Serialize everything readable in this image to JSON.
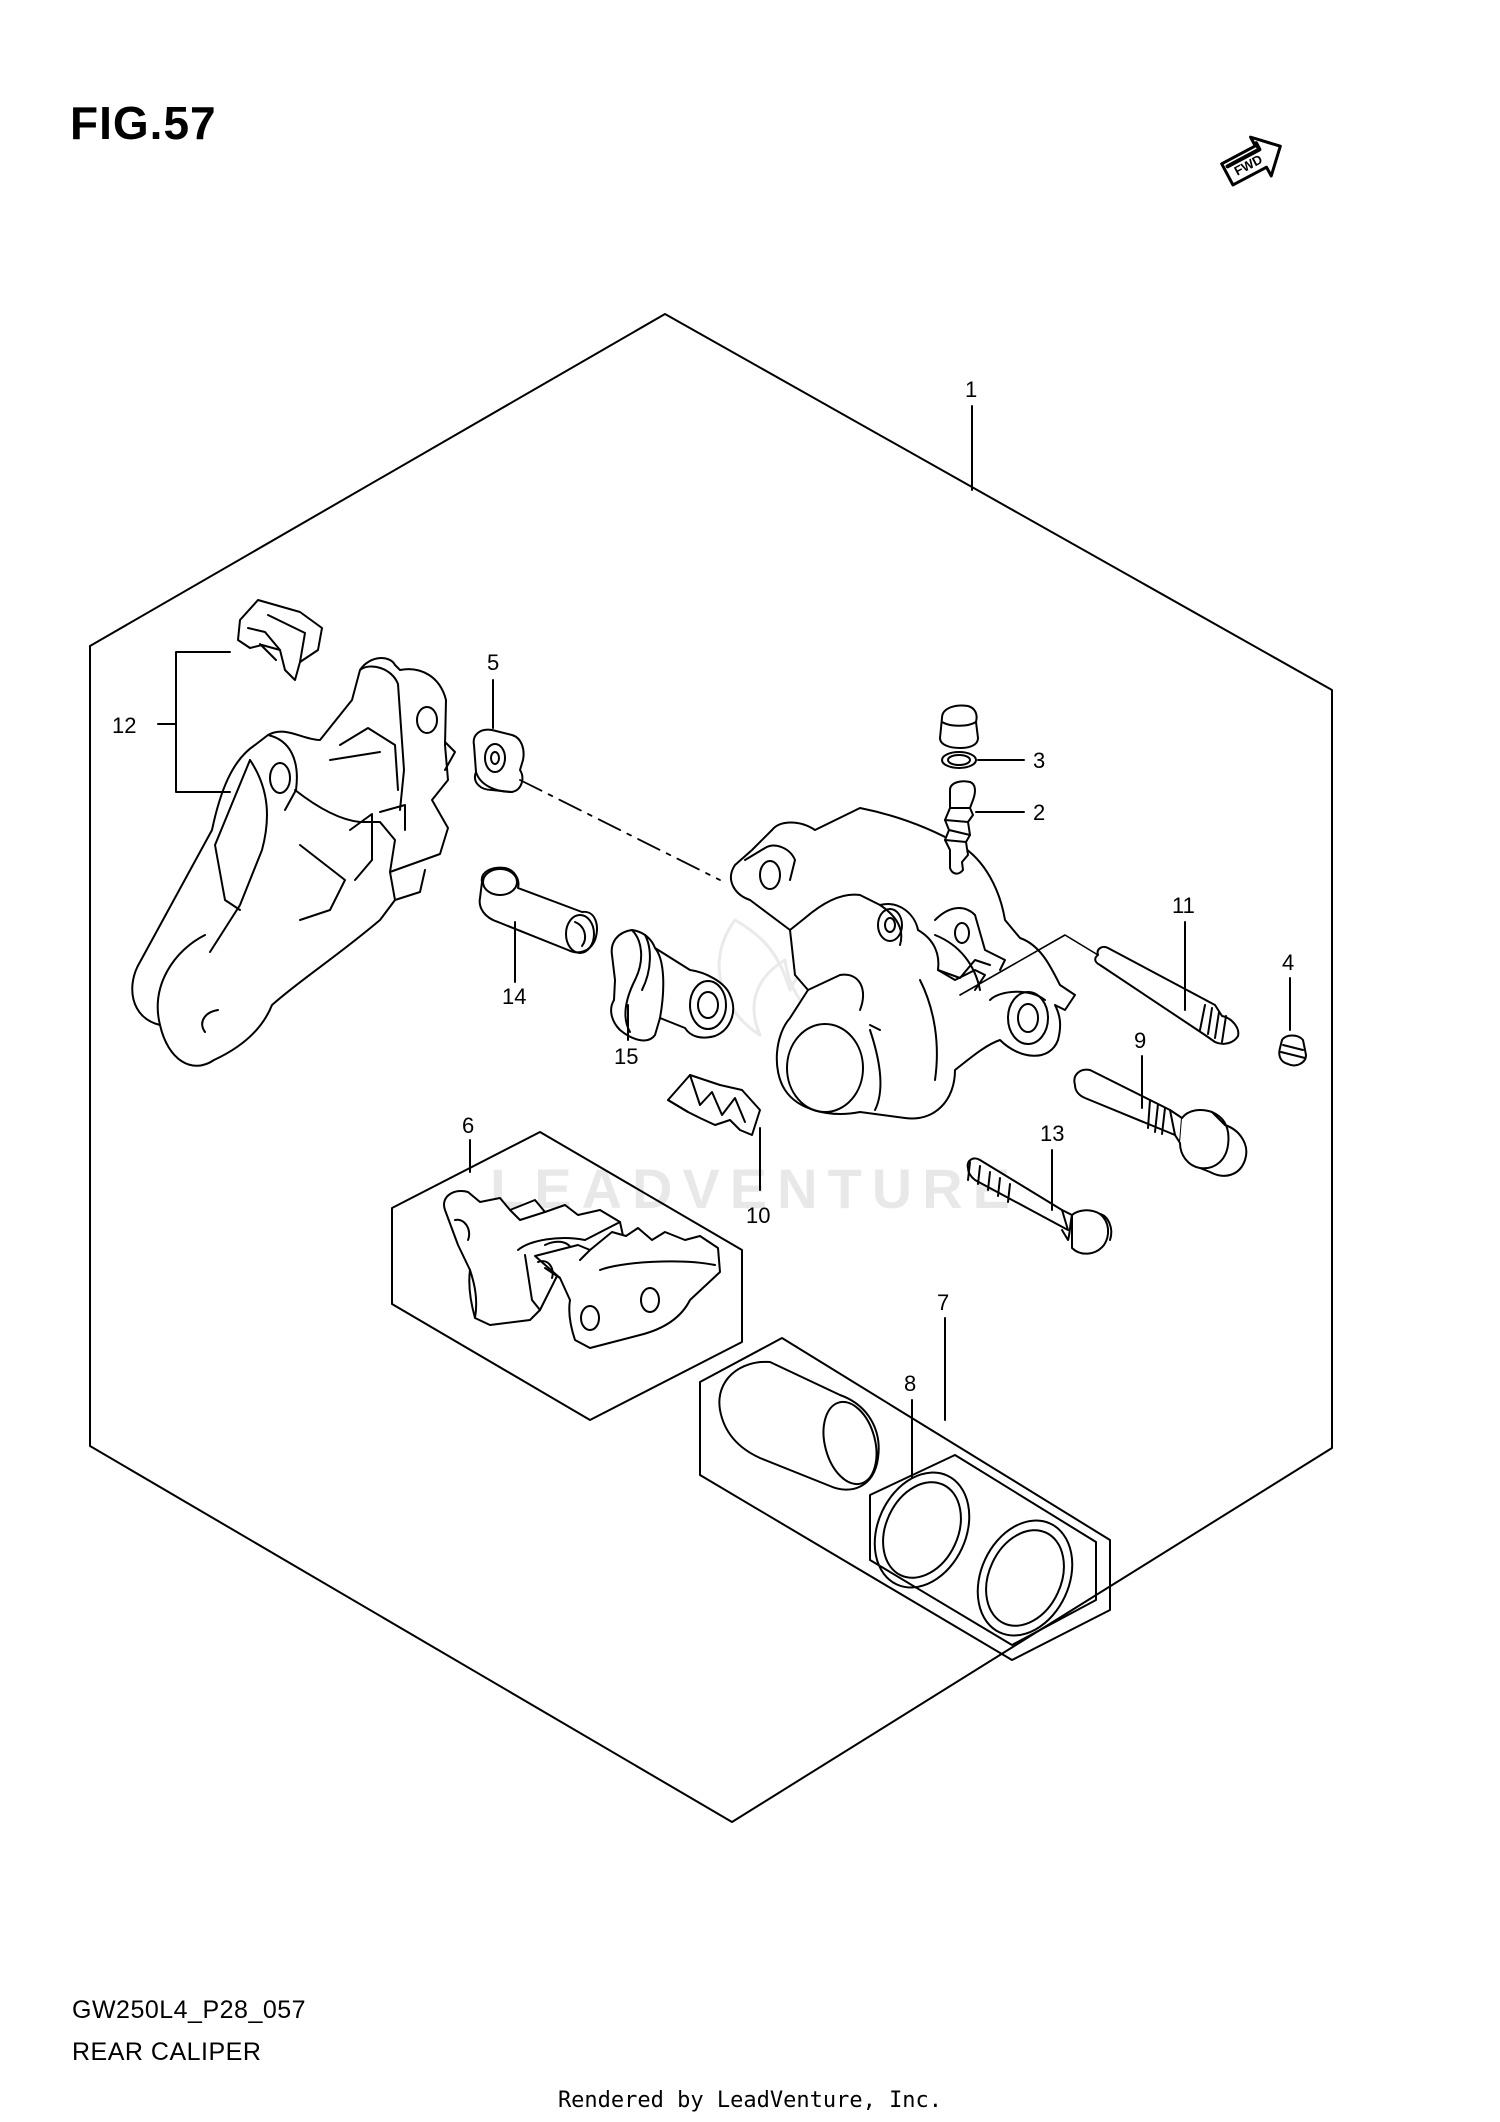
{
  "figure": {
    "title": "FIG.57",
    "fwd_label": "FWD",
    "model_code": "GW250L4_P28_057",
    "name": "REAR CALIPER"
  },
  "watermark": "LEADVENTURE",
  "footer": "Rendered by LeadVenture, Inc.",
  "callouts": {
    "c1": "1",
    "c2": "2",
    "c3": "3",
    "c4": "4",
    "c5": "5",
    "c6": "6",
    "c7": "7",
    "c8": "8",
    "c9": "9",
    "c10": "10",
    "c11": "11",
    "c12": "12",
    "c13": "13",
    "c14": "14",
    "c15": "15"
  }
}
